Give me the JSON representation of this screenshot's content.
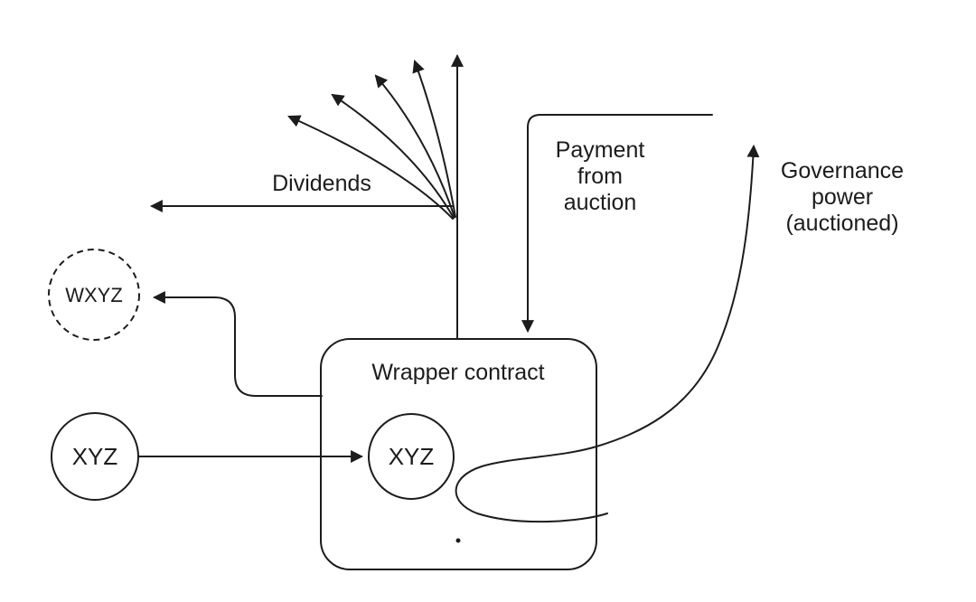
{
  "diagram": {
    "background_color": "#ffffff",
    "line_color": "#1c1c1c",
    "nodes": {
      "wrapper_contract": {
        "label": "Wrapper contract"
      },
      "xyz_source": {
        "label": "XYZ"
      },
      "xyz_wrapped": {
        "label": "XYZ"
      },
      "wxyz": {
        "label": "WXYZ"
      }
    },
    "labels": {
      "dividends": "Dividends",
      "payment_from_auction": {
        "lines": [
          "Payment",
          "from",
          "auction"
        ]
      },
      "governance_power": {
        "lines": [
          "Governance",
          "power",
          "(auctioned)"
        ]
      }
    }
  }
}
